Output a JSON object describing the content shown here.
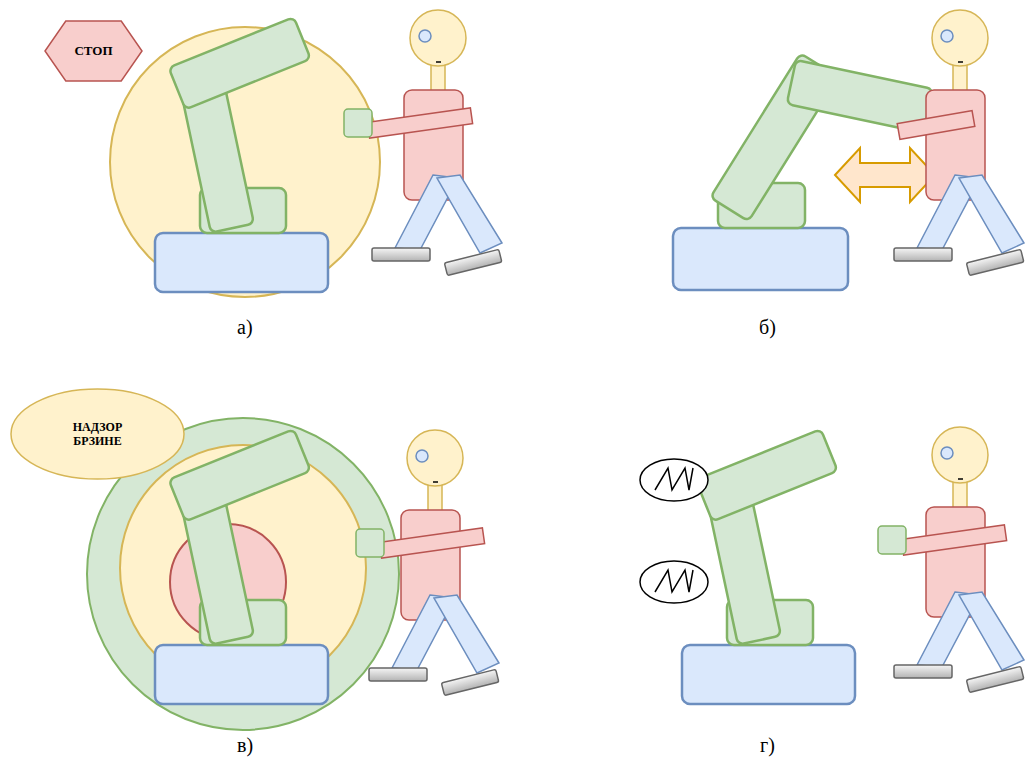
{
  "diagram": {
    "nodes": [
      {
        "text": [
          "СТОП"
        ]
      },
      {
        "text": [
          "НАДЗОР БРЗИНЕ"
        ]
      }
    ],
    "labels": [
      "а)",
      "б)",
      "в)",
      "г)"
    ]
  }
}
